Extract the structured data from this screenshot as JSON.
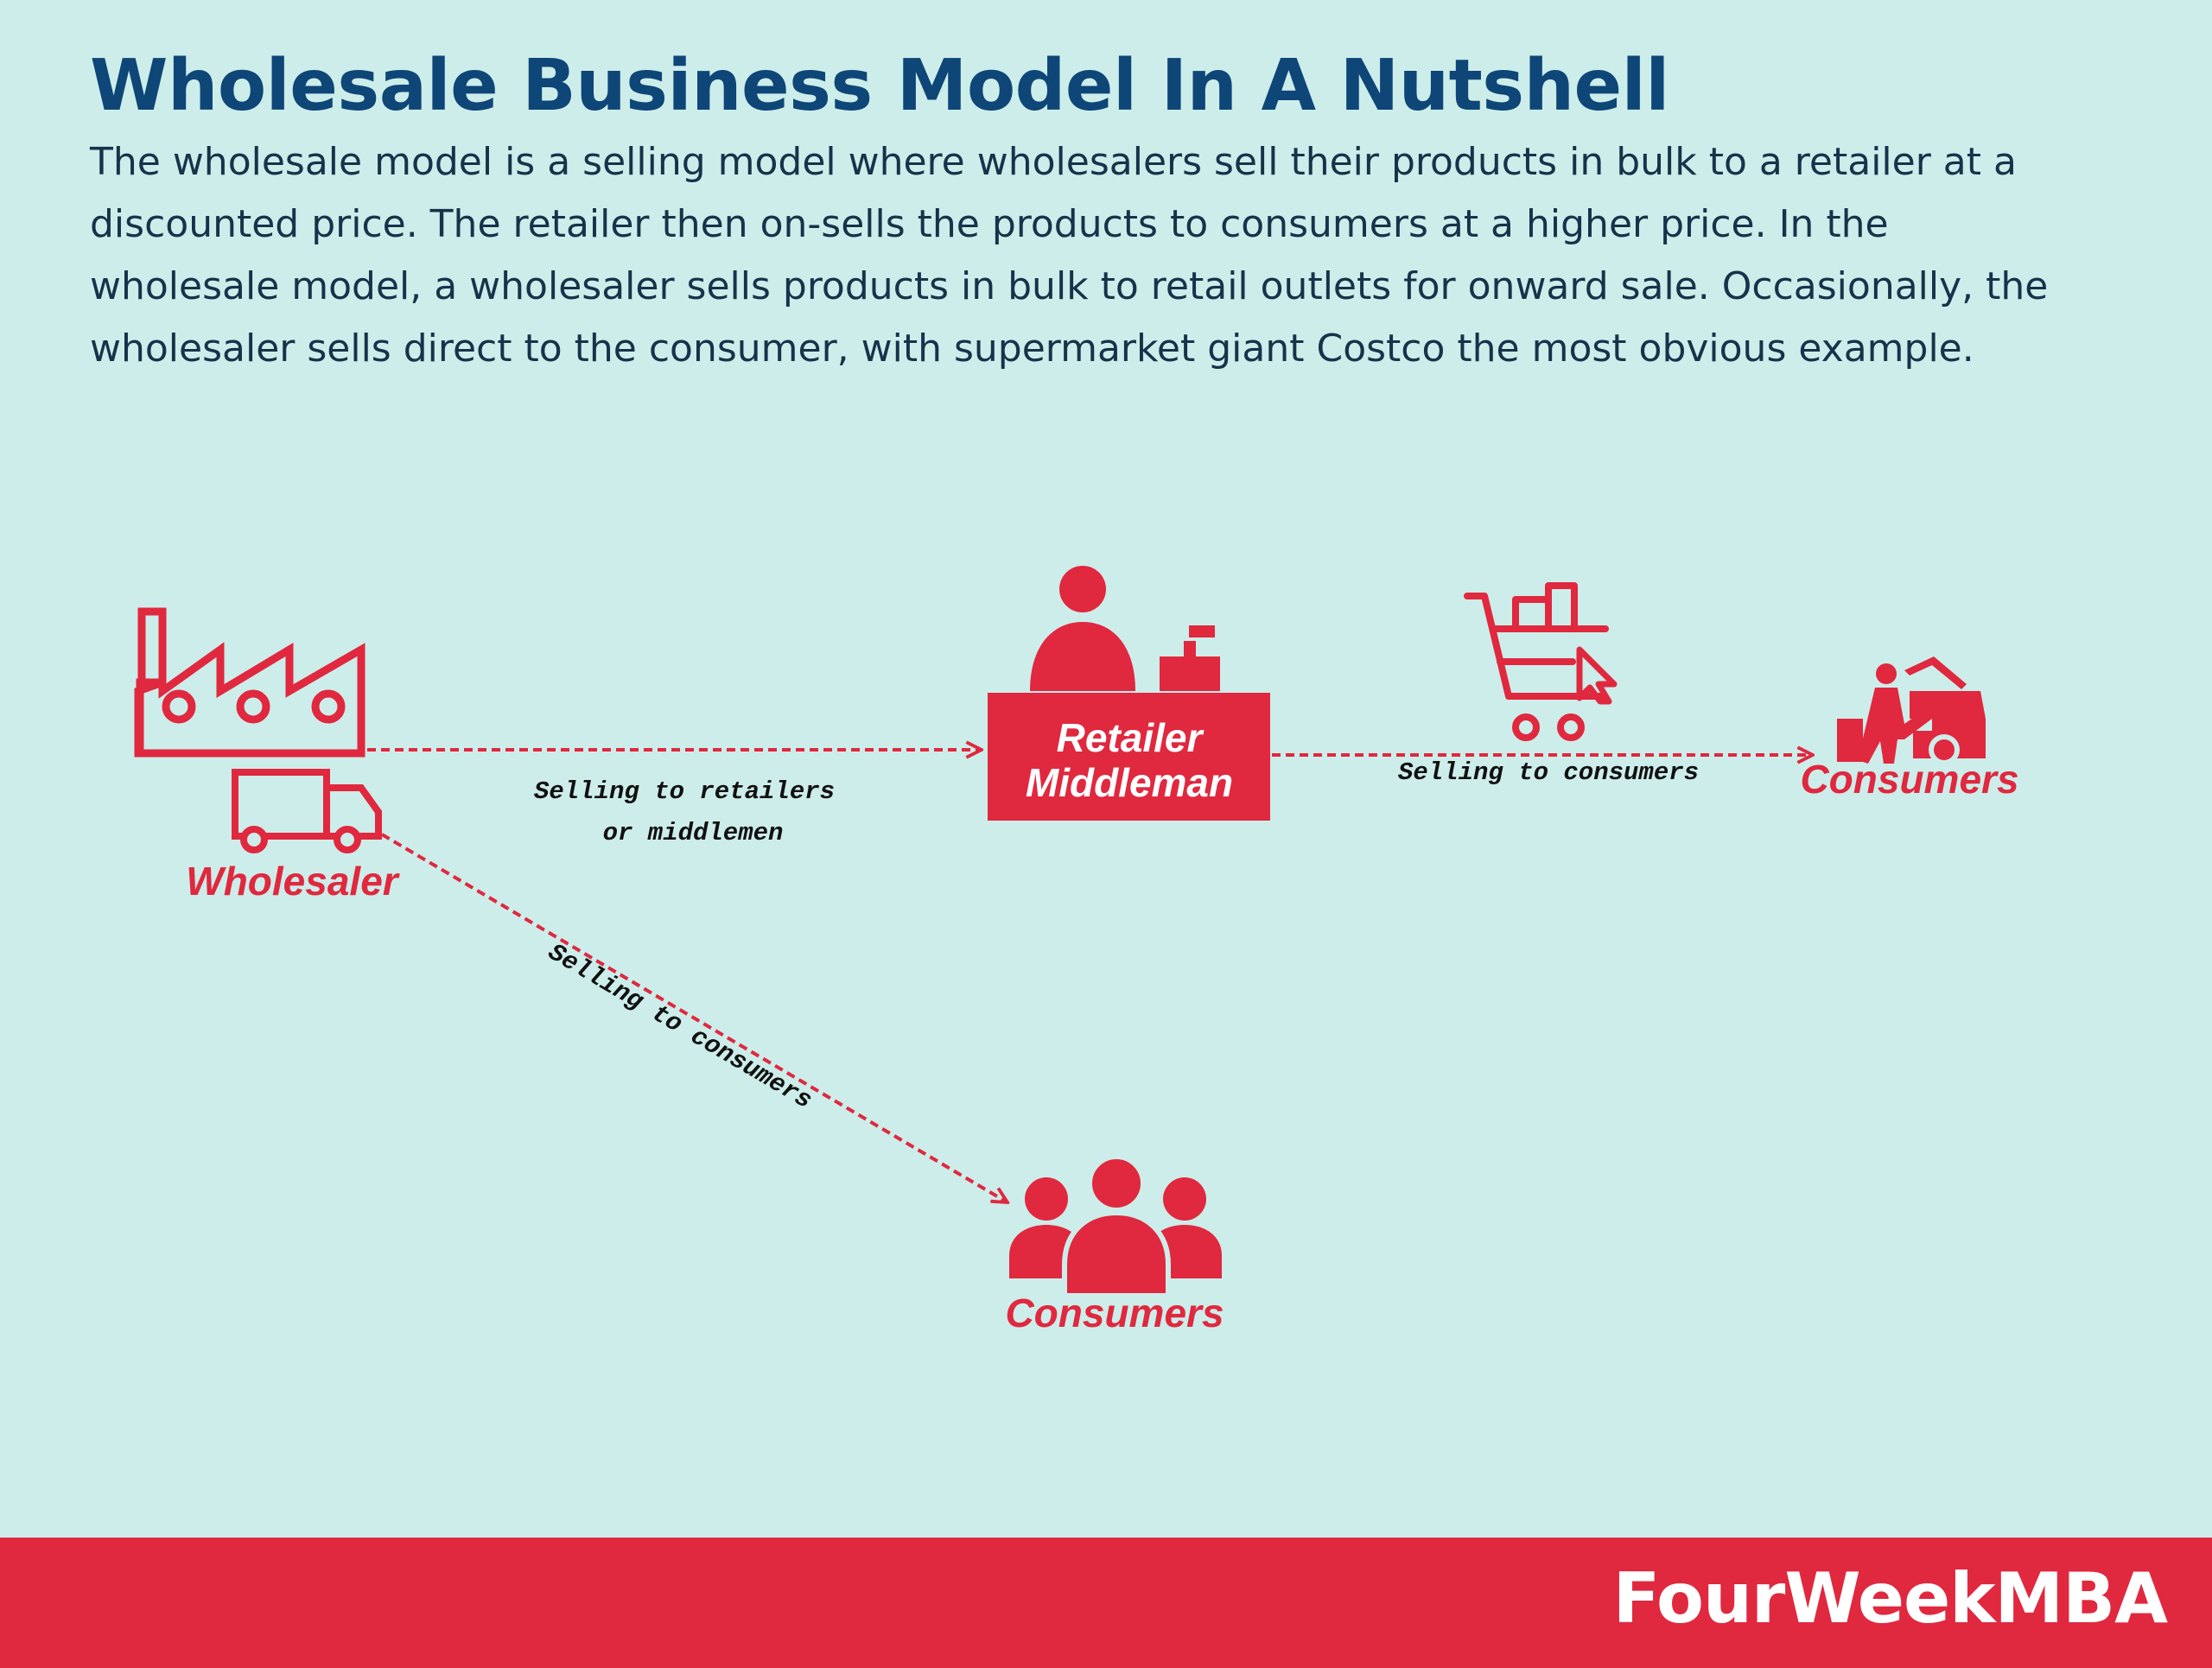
{
  "title": "Wholesale Business Model In A Nutshell",
  "description": "The wholesale model is a selling model where wholesalers sell their products in bulk to a retailer at a discounted price. The retailer then on-sells the products to consumers at a higher price. In the wholesale model, a wholesaler sells products in bulk to retail outlets for onward sale. Occasionally, the wholesaler sells direct to the consumer, with supermarket giant Costco the most obvious example.",
  "nodes": {
    "wholesaler": {
      "label": "Wholesaler",
      "icons": [
        "factory-icon",
        "delivery-truck-icon"
      ]
    },
    "retailer": {
      "label_line1": "Retailer",
      "label_line2": "Middleman",
      "icons": [
        "shopkeeper-icon",
        "cash-register-icon"
      ]
    },
    "consumers_retail": {
      "label": "Consumers",
      "icons": [
        "shopping-cart-icon",
        "loading-car-icon"
      ]
    },
    "consumers_direct": {
      "label": "Consumers",
      "icons": [
        "people-group-icon"
      ]
    }
  },
  "edges": {
    "to_retailers": {
      "label_line1": "Selling to retailers",
      "label_line2": "or middlemen"
    },
    "retail_to_consumers": {
      "label": "Selling to consumers"
    },
    "direct_to_consumers": {
      "label": "Selling to consumers"
    }
  },
  "footer": {
    "brand": "FourWeekMBA"
  },
  "colors": {
    "background": "#cdedea",
    "accent": "#e0283f",
    "title": "#0d4677",
    "text": "#17324a"
  }
}
